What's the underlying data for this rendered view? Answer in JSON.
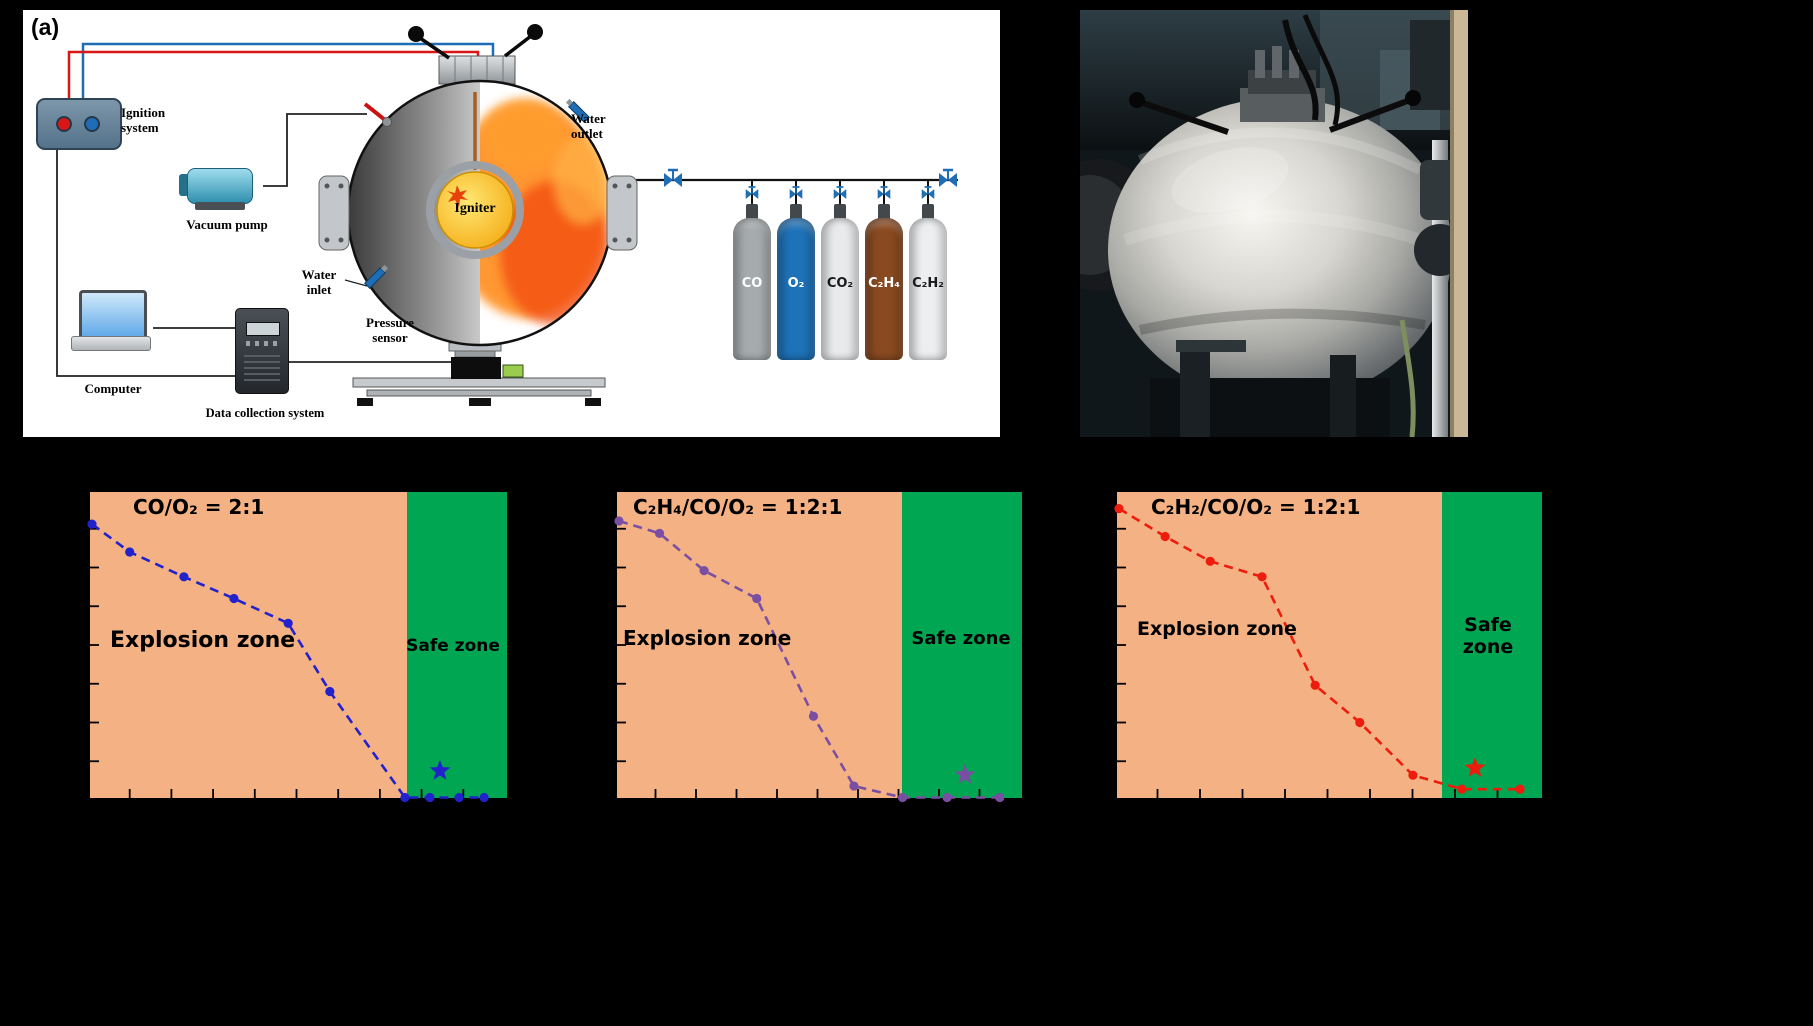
{
  "background_color": "#000000",
  "panel_a": {
    "tag": "(a)",
    "labels": {
      "ignition_system": "Ignition system",
      "vacuum_pump": "Vacuum pump",
      "water_outlet": "Water outlet",
      "water_inlet": "Water inlet",
      "pressure_sensor": "Pressure sensor",
      "igniter": "Igniter",
      "computer": "Computer",
      "data_collection_system": "Data collection system"
    },
    "cylinders": [
      {
        "label": "CO",
        "body_color": "#a6abae",
        "label_color": "#ffffff"
      },
      {
        "label": "O₂",
        "body_color": "#1e72b8",
        "label_color": "#ffffff"
      },
      {
        "label": "CO₂",
        "body_color": "#e8eaec",
        "label_color": "#1a1a1a"
      },
      {
        "label": "C₂H₄",
        "body_color": "#8a4a21",
        "label_color": "#ffffff"
      },
      {
        "label": "C₂H₂",
        "body_color": "#eceef0",
        "label_color": "#1a1a1a"
      }
    ],
    "wire_colors": {
      "red": "#d81616",
      "blue": "#1f6eb5"
    },
    "valve_color": "#1f6eb5"
  },
  "photo_panel": {
    "alt": "Photograph of the spherical explosion test vessel"
  },
  "chart_data": [
    {
      "type": "line",
      "title": "CO/O₂ = 2:1",
      "xlim": [
        0,
        1
      ],
      "ylim": [
        0,
        1
      ],
      "grid": false,
      "tick_labels_visible": false,
      "series": [
        {
          "name": "explosion boundary",
          "color": "#2222cc",
          "linestyle": "dashed",
          "marker": "circle",
          "x": [
            0.0,
            0.1,
            0.23,
            0.35,
            0.48,
            0.58,
            0.76,
            0.82,
            0.89,
            0.95
          ],
          "y": [
            0.89,
            0.8,
            0.72,
            0.65,
            0.57,
            0.35,
            0.005,
            0.005,
            0.005,
            0.005
          ]
        }
      ],
      "star_point": {
        "x": 0.844,
        "y": 0.094,
        "color": "#2222cc"
      },
      "zones": {
        "explosion": {
          "label": "Explosion zone",
          "color": "#f4b183",
          "x_range": [
            0,
            0.76
          ]
        },
        "safe": {
          "label": "Safe zone",
          "color": "#00a651",
          "x_range": [
            0.76,
            1
          ]
        }
      }
    },
    {
      "type": "line",
      "title": "C₂H₄/CO/O₂ = 1:2:1",
      "xlim": [
        0,
        1
      ],
      "ylim": [
        0,
        1
      ],
      "grid": false,
      "tick_labels_visible": false,
      "series": [
        {
          "name": "explosion boundary",
          "color": "#7a4fa3",
          "linestyle": "dashed",
          "marker": "circle",
          "x": [
            0.0,
            0.11,
            0.22,
            0.35,
            0.49,
            0.59,
            0.71,
            0.82,
            0.95
          ],
          "y": [
            0.9,
            0.86,
            0.74,
            0.65,
            0.27,
            0.045,
            0.005,
            0.005,
            0.005
          ]
        }
      ],
      "star_point": {
        "x": 0.864,
        "y": 0.081,
        "color": "#7a4fa3"
      },
      "zones": {
        "explosion": {
          "label": "Explosion zone",
          "color": "#f4b183",
          "x_range": [
            0,
            0.704
          ]
        },
        "safe": {
          "label": "Safe zone",
          "color": "#00a651",
          "x_range": [
            0.704,
            1
          ]
        }
      }
    },
    {
      "type": "line",
      "title": "C₂H₂/CO/O₂ = 1:2:1",
      "xlim": [
        0,
        1
      ],
      "ylim": [
        0,
        1
      ],
      "grid": false,
      "tick_labels_visible": false,
      "series": [
        {
          "name": "explosion boundary",
          "color": "#ee1c0c",
          "linestyle": "dashed",
          "marker": "circle",
          "x": [
            0.007,
            0.118,
            0.224,
            0.346,
            0.471,
            0.576,
            0.701,
            0.816,
            0.953
          ],
          "y": [
            0.94,
            0.85,
            0.77,
            0.72,
            0.37,
            0.25,
            0.08,
            0.035,
            0.035
          ]
        }
      ],
      "star_point": {
        "x": 0.847,
        "y": 0.103,
        "color": "#ee1c0c"
      },
      "zones": {
        "explosion": {
          "label": "Explosion zone",
          "color": "#f4b183",
          "x_range": [
            0,
            0.765
          ]
        },
        "safe": {
          "label": "Safe zone",
          "color": "#00a651",
          "x_range": [
            0.765,
            1
          ]
        }
      }
    }
  ]
}
